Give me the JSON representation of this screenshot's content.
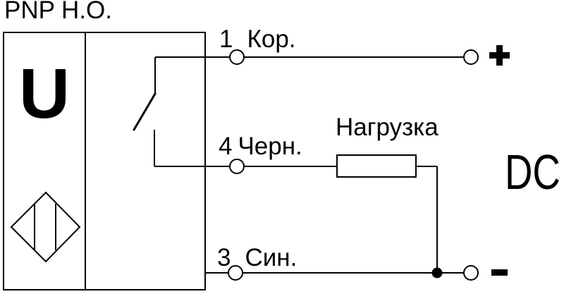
{
  "diagram": {
    "title": "PNP Н.О.",
    "sensor": {
      "voltage_symbol": "U",
      "element_icon": "sensing-element-diamond-icon",
      "switch_icon": "normally-open-switch-icon"
    },
    "wires": [
      {
        "pin": "1",
        "color_name": "Кор."
      },
      {
        "pin": "4",
        "color_name": "Черн."
      },
      {
        "pin": "3",
        "color_name": "Син."
      }
    ],
    "load_label": "Нагрузка",
    "supply": {
      "type_label": "DC",
      "positive_symbol": "+",
      "negative_symbol": "−"
    },
    "colors": {
      "line": "#000000",
      "background": "#ffffff"
    }
  }
}
